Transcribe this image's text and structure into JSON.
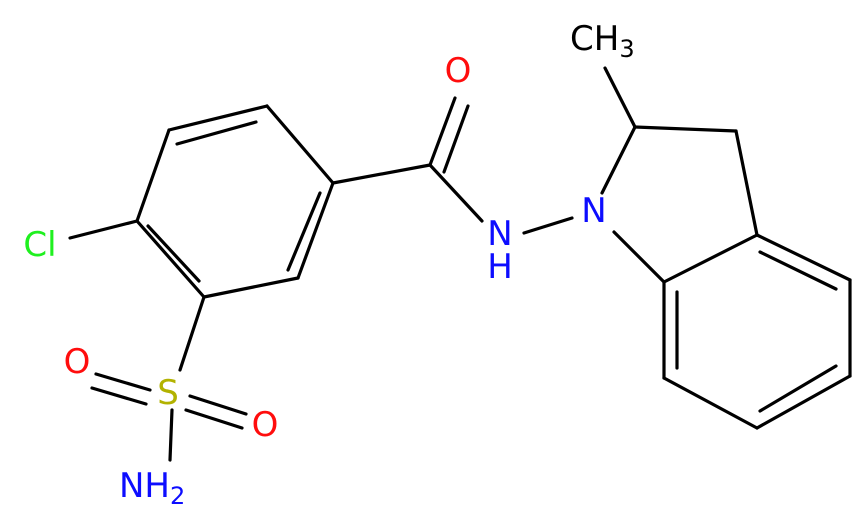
{
  "molecule": {
    "atoms": {
      "o_carbonyl": {
        "text": "O",
        "color": "#ff0d0d"
      },
      "nh_amide": {
        "text": "N",
        "h": "H",
        "color": "#0d0dff"
      },
      "n_indoline": {
        "text": "N",
        "color": "#0d0dff"
      },
      "ch3": {
        "text": "CH",
        "sub": "3",
        "color": "#000000"
      },
      "cl": {
        "text": "Cl",
        "color": "#1ff01f"
      },
      "s": {
        "text": "S",
        "color": "#b2b200"
      },
      "o_sulfonyl_1": {
        "text": "O",
        "color": "#ff0d0d"
      },
      "o_sulfonyl_2": {
        "text": "O",
        "color": "#ff0d0d"
      },
      "nh2": {
        "text": "NH",
        "sub": "2",
        "color": "#0d0dff"
      }
    }
  }
}
